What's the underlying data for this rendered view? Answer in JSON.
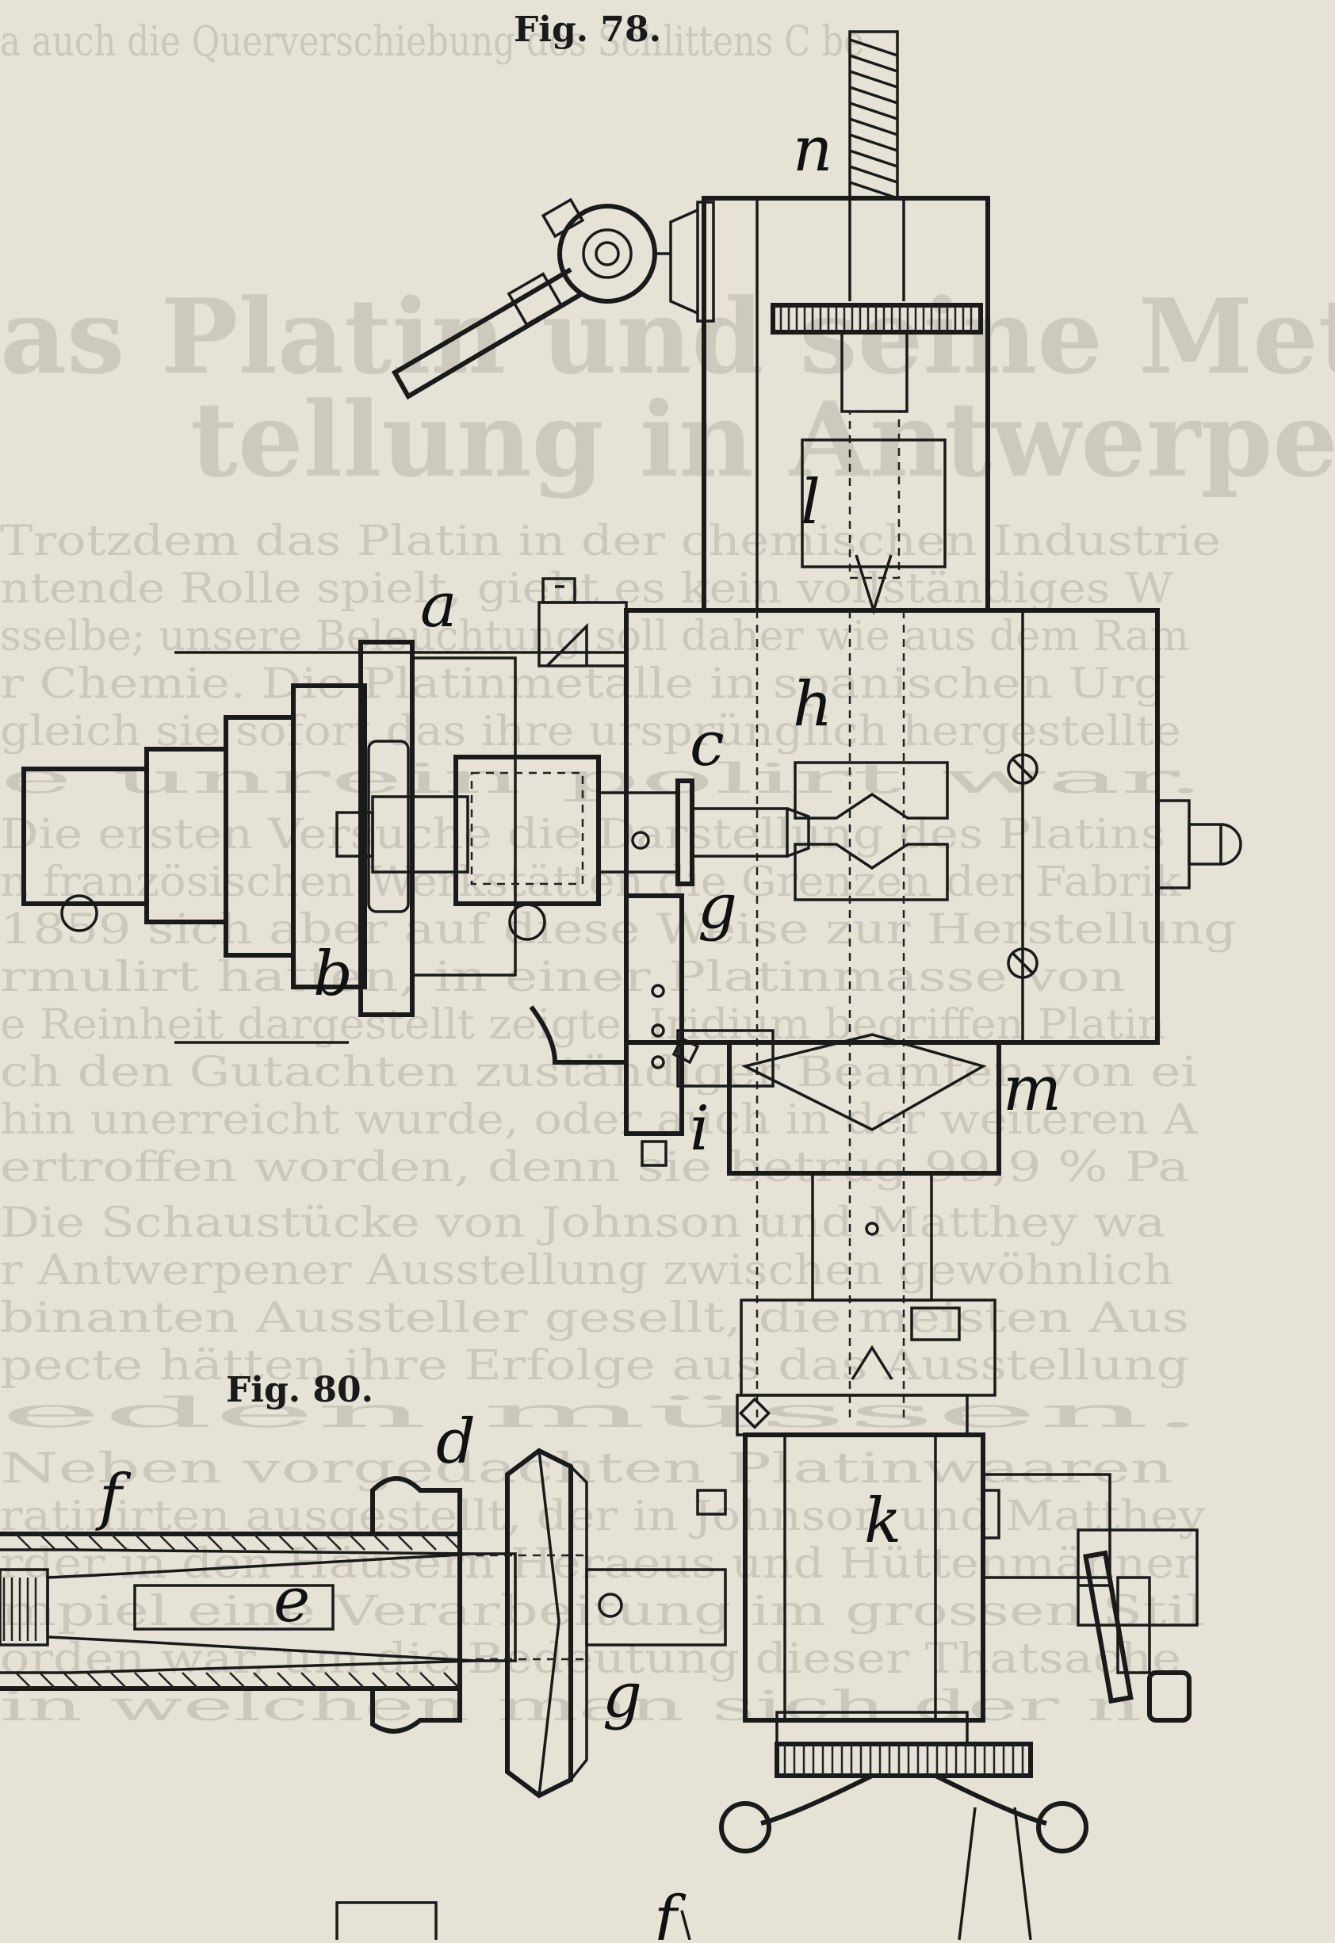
{
  "figures": [
    {
      "id": "fig78",
      "caption": "Fig. 78."
    },
    {
      "id": "fig80",
      "caption": "Fig. 80."
    }
  ],
  "fig78_labels": [
    "n",
    "l",
    "a",
    "h",
    "c",
    "g",
    "b",
    "m",
    "i",
    "k"
  ],
  "fig80_labels": [
    "d",
    "f",
    "e",
    "g",
    "f"
  ],
  "bleed_through": {
    "headline_1": "as Platin und seine Metalle auf der",
    "headline_2": "tellung in Antwerpen",
    "lines": [
      "a auch die Querverschiebung des Schlittens C be",
      "Trotzdem das Platin in der chemischen Industrie",
      "ntende Rolle spielt, giebt es kein vollständiges W",
      "sselbe; unsere Beleuchtung soll daher wie aus dem Ram",
      "r Chemie. Die Platinmetalle in spanischen Urg",
      "gleich sie sofort das ihre ursprünglich hergestellte",
      "e unrein polirt war.",
      "Die ersten Versuche die Darstellung des Platins",
      "n französischen Werkstätten die Grenzen der Fabrik",
      "1859 sich aber auf diese Weise zur Herstellung",
      "rmulirt hatten, in einer Platinmasse von",
      "e Reinheit dargestellt zeigte. Iridium begriffen Platin",
      "ch den Gutachten zuständiger Beamten von ei",
      "hin unerreicht wurde, oder auch in der weiteren A",
      "ertroffen worden, denn sie betrug 99,9 % Pa",
      "Die Schaustücke von Johnson und Matthey wa",
      "r Antwerpener Ausstellung zwischen gewöhnlich",
      "binanten Aussteller gesellt, die meisten Aus",
      "pecte hätten ihre Erfolge aus das Ausstellung",
      "eden müssen.",
      "Neben vorgedachten Platinwaaren",
      "ratinirten ausgestellt, der in Johnson und Matthey",
      "rder in den Häusern Heraeus und Hüttenmänner",
      "mpiel eine Verarbeitung im grossen Stil",
      "orden war, um die Bedeutung dieser Thatsache",
      "in welchen man sich der n"
    ]
  }
}
